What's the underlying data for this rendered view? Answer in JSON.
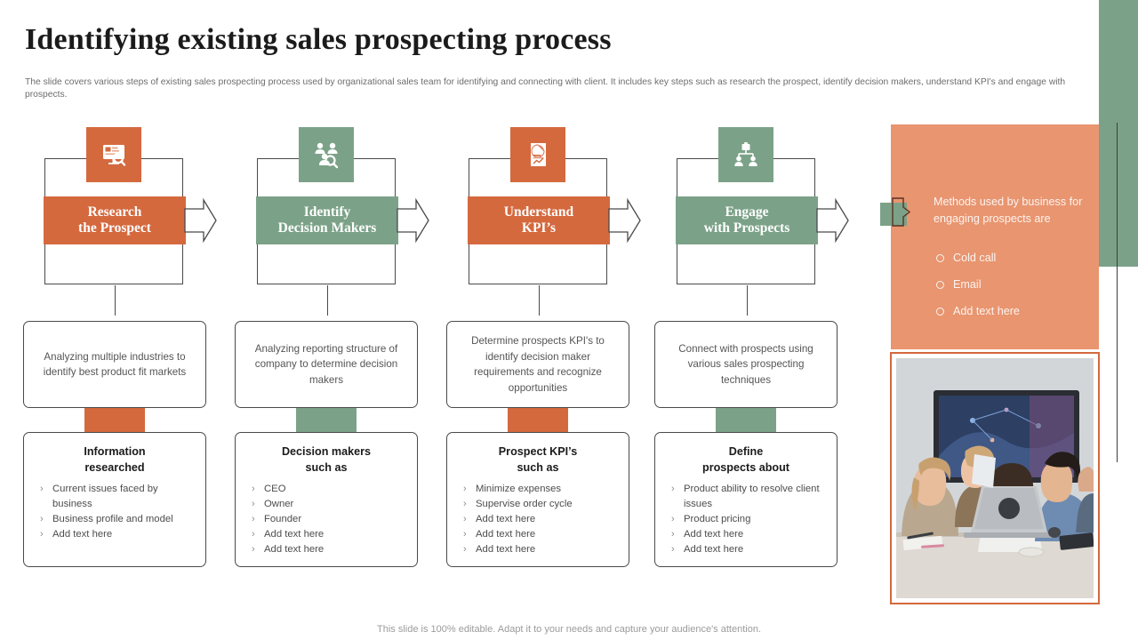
{
  "slide": {
    "title": "Identifying existing sales prospecting process",
    "subtitle": "The slide covers various steps of existing sales prospecting process used by organizational sales team for identifying and connecting with client. It includes key steps such as research the prospect, identify decision makers, understand KPI's and engage with prospects.",
    "footer": "This slide is 100% editable. Adapt it to your needs and capture your audience's attention."
  },
  "colors": {
    "orange": "#d4693e",
    "orange_light": "#e89570",
    "green": "#7ba288",
    "outline": "#4a4a4a",
    "text_body": "#555555",
    "heading": "#1b1b1b"
  },
  "columns": [
    {
      "accent": "#d4693e",
      "icon": "presentation-search-icon",
      "stage_line1": "Research",
      "stage_line2": "the Prospect",
      "description": "Analyzing multiple industries to identify best product fit markets",
      "list_title_line1": "Information",
      "list_title_line2": "researched",
      "items": [
        "Current issues faced by business",
        "Business profile and model",
        "Add text here"
      ]
    },
    {
      "accent": "#7ba288",
      "icon": "people-search-icon",
      "stage_line1": "Identify",
      "stage_line2": "Decision Makers",
      "description": "Analyzing reporting structure of company to determine decision makers",
      "list_title_line1": "Decision makers",
      "list_title_line2": "such as",
      "items": [
        "CEO",
        "Owner",
        "Founder",
        "Add text here",
        "Add text here"
      ]
    },
    {
      "accent": "#d4693e",
      "icon": "report-chart-icon",
      "stage_line1": "Understand",
      "stage_line2": "KPI’s",
      "description": "Determine prospects KPI's to identify decision maker requirements and recognize opportunities",
      "list_title_line1": "Prospect KPI’s",
      "list_title_line2": "such as",
      "items": [
        "Minimize expenses",
        "Supervise order cycle",
        "Add text here",
        "Add text here",
        "Add text here"
      ]
    },
    {
      "accent": "#7ba288",
      "icon": "business-network-icon",
      "stage_line1": "Engage",
      "stage_line2": "with Prospects",
      "description": "Connect with prospects using various sales prospecting techniques",
      "list_title_line1": "Define",
      "list_title_line2": "prospects about",
      "items": [
        "Product ability to resolve client issues",
        "Product pricing",
        "Add text here",
        "Add text here"
      ]
    }
  ],
  "panel": {
    "heading": "Methods used by business for engaging prospects are",
    "items": [
      "Cold call",
      "Email",
      "Add text here"
    ]
  },
  "photo": {
    "alt": "business team looking at laptop in meeting room"
  },
  "bullets": {
    "chevron": "›"
  }
}
